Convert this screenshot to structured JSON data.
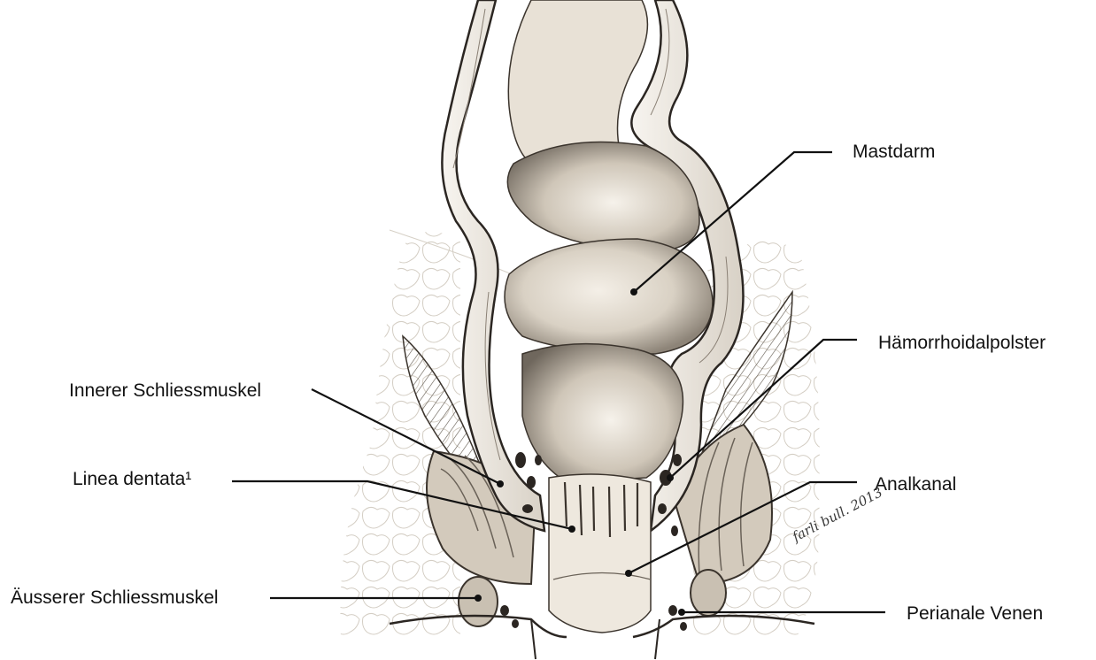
{
  "labels": {
    "mastdarm": "Mastdarm",
    "haemorrhoidal": "Hämorrhoidalpolster",
    "innerer": "Innerer Schliessmuskel",
    "linea": "Linea dentata¹",
    "analkanal": "Analkanal",
    "aeusserer": "Äusserer Schliessmuskel",
    "perianale": "Perianale Venen"
  },
  "signature": "farli bull. 2013",
  "colors": {
    "tissue_light": "#ece6dc",
    "tissue_shadow": "#8c8378",
    "ink": "#2b2622",
    "fat_cells": "#cfc8bd",
    "leader_line": "#111111"
  }
}
